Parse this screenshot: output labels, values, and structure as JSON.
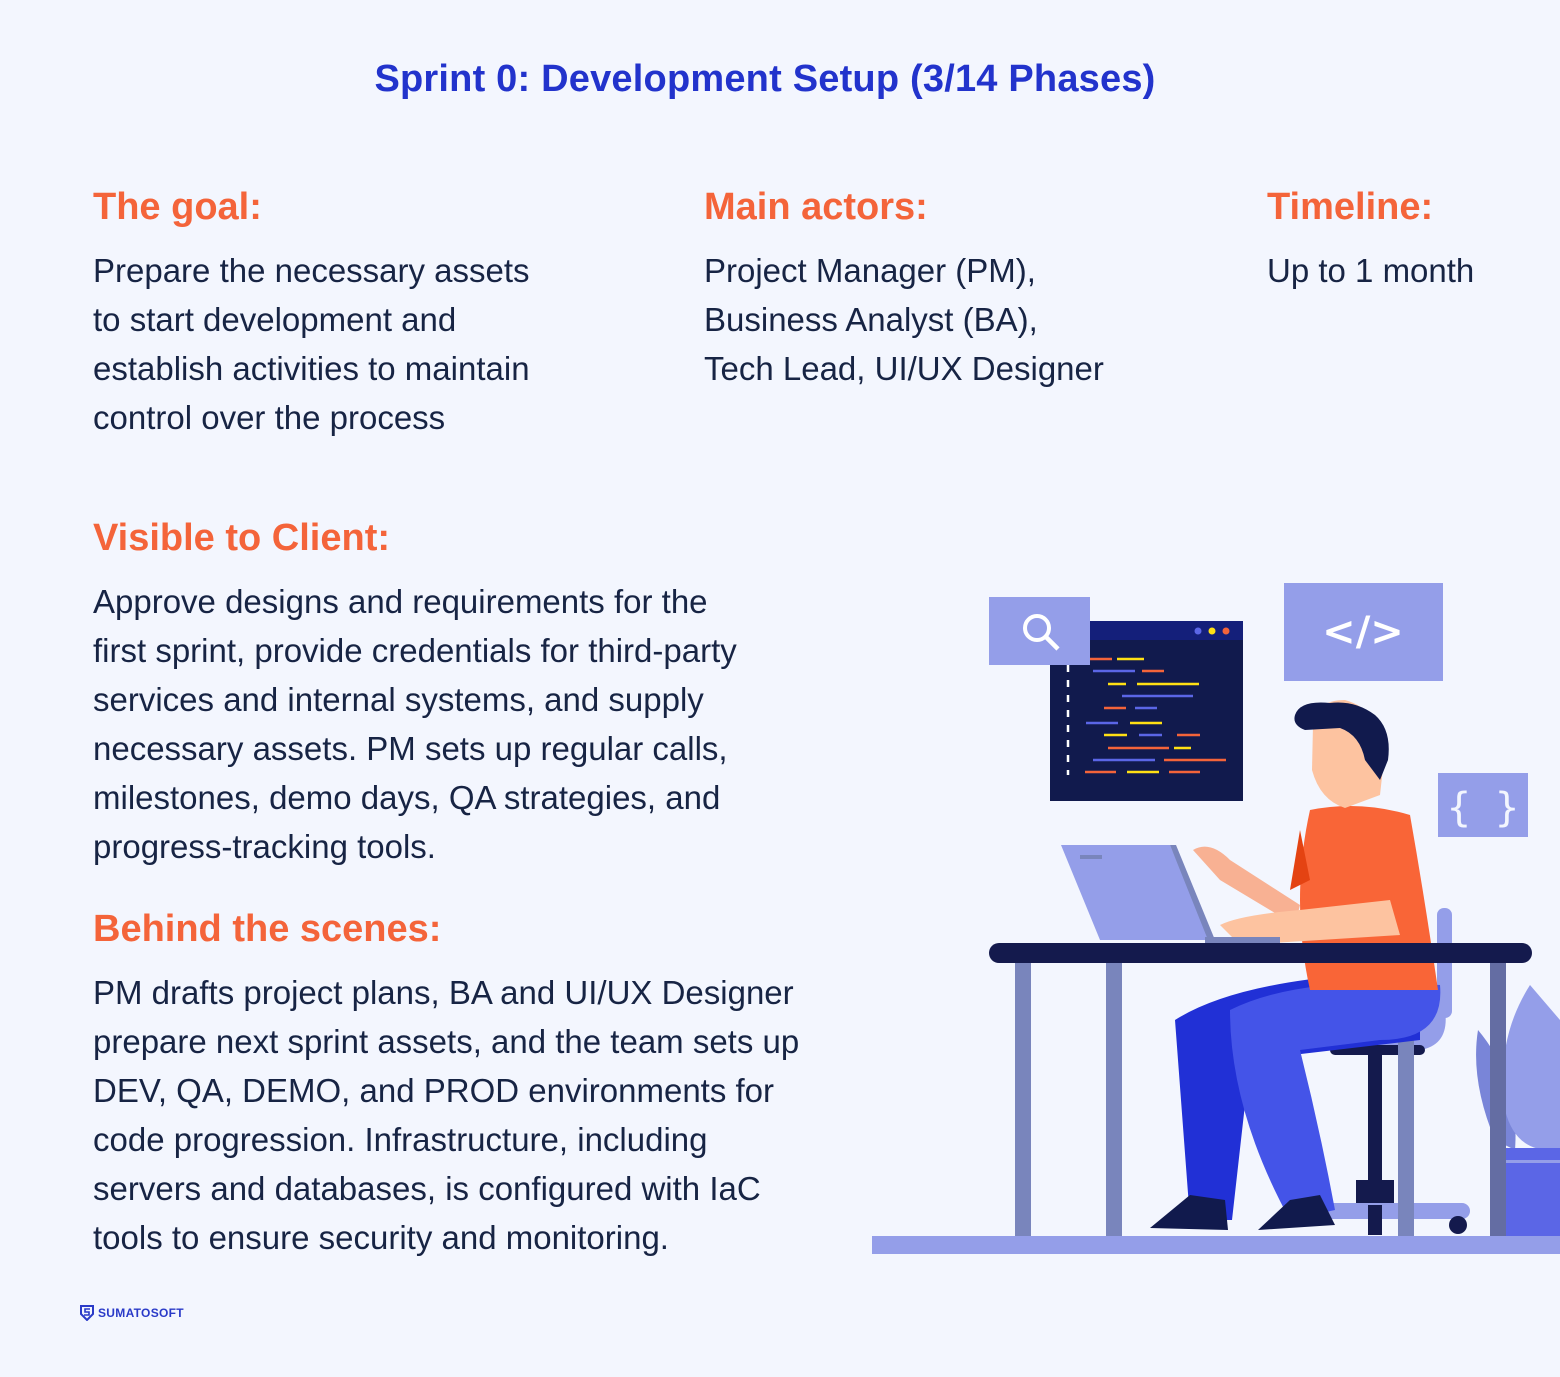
{
  "title": "Sprint 0: Development Setup (3/14 Phases)",
  "goal": {
    "heading": "The goal:",
    "lines": [
      "Prepare the necessary assets",
      "to start development and",
      "establish activities to maintain",
      "control over the process"
    ]
  },
  "actors": {
    "heading": "Main actors:",
    "lines": [
      "Project Manager (PM),",
      "Business Analyst (BA),",
      "Tech Lead, UI/UX Designer"
    ]
  },
  "timeline": {
    "heading": "Timeline:",
    "lines": [
      "Up to 1 month"
    ]
  },
  "visible": {
    "heading": "Visible to Client:",
    "lines": [
      "Approve designs and requirements for the",
      "first sprint, provide credentials for third-party",
      "services and internal systems, and supply",
      "necessary assets. PM sets up regular calls,",
      "milestones, demo days, QA strategies, and",
      "progress-tracking tools."
    ]
  },
  "behind": {
    "heading": "Behind the scenes:",
    "lines": [
      "PM drafts project plans, BA and UI/UX Designer",
      "prepare next sprint assets, and the team sets up",
      "DEV, QA, DEMO, and PROD environments for",
      "code progression. Infrastructure, including",
      "servers and databases, is configured with IaC",
      "tools to ensure security and monitoring."
    ]
  },
  "brand": {
    "name": "SUMATOSOFT"
  },
  "illustration": {
    "search_icon": "search-icon",
    "code_tag": "</>",
    "braces": "{ }"
  },
  "colors": {
    "title": "#2233cc",
    "heading": "#f4643a",
    "body": "#172444",
    "accent_light": "#949ee9",
    "navy": "#111a4d"
  }
}
